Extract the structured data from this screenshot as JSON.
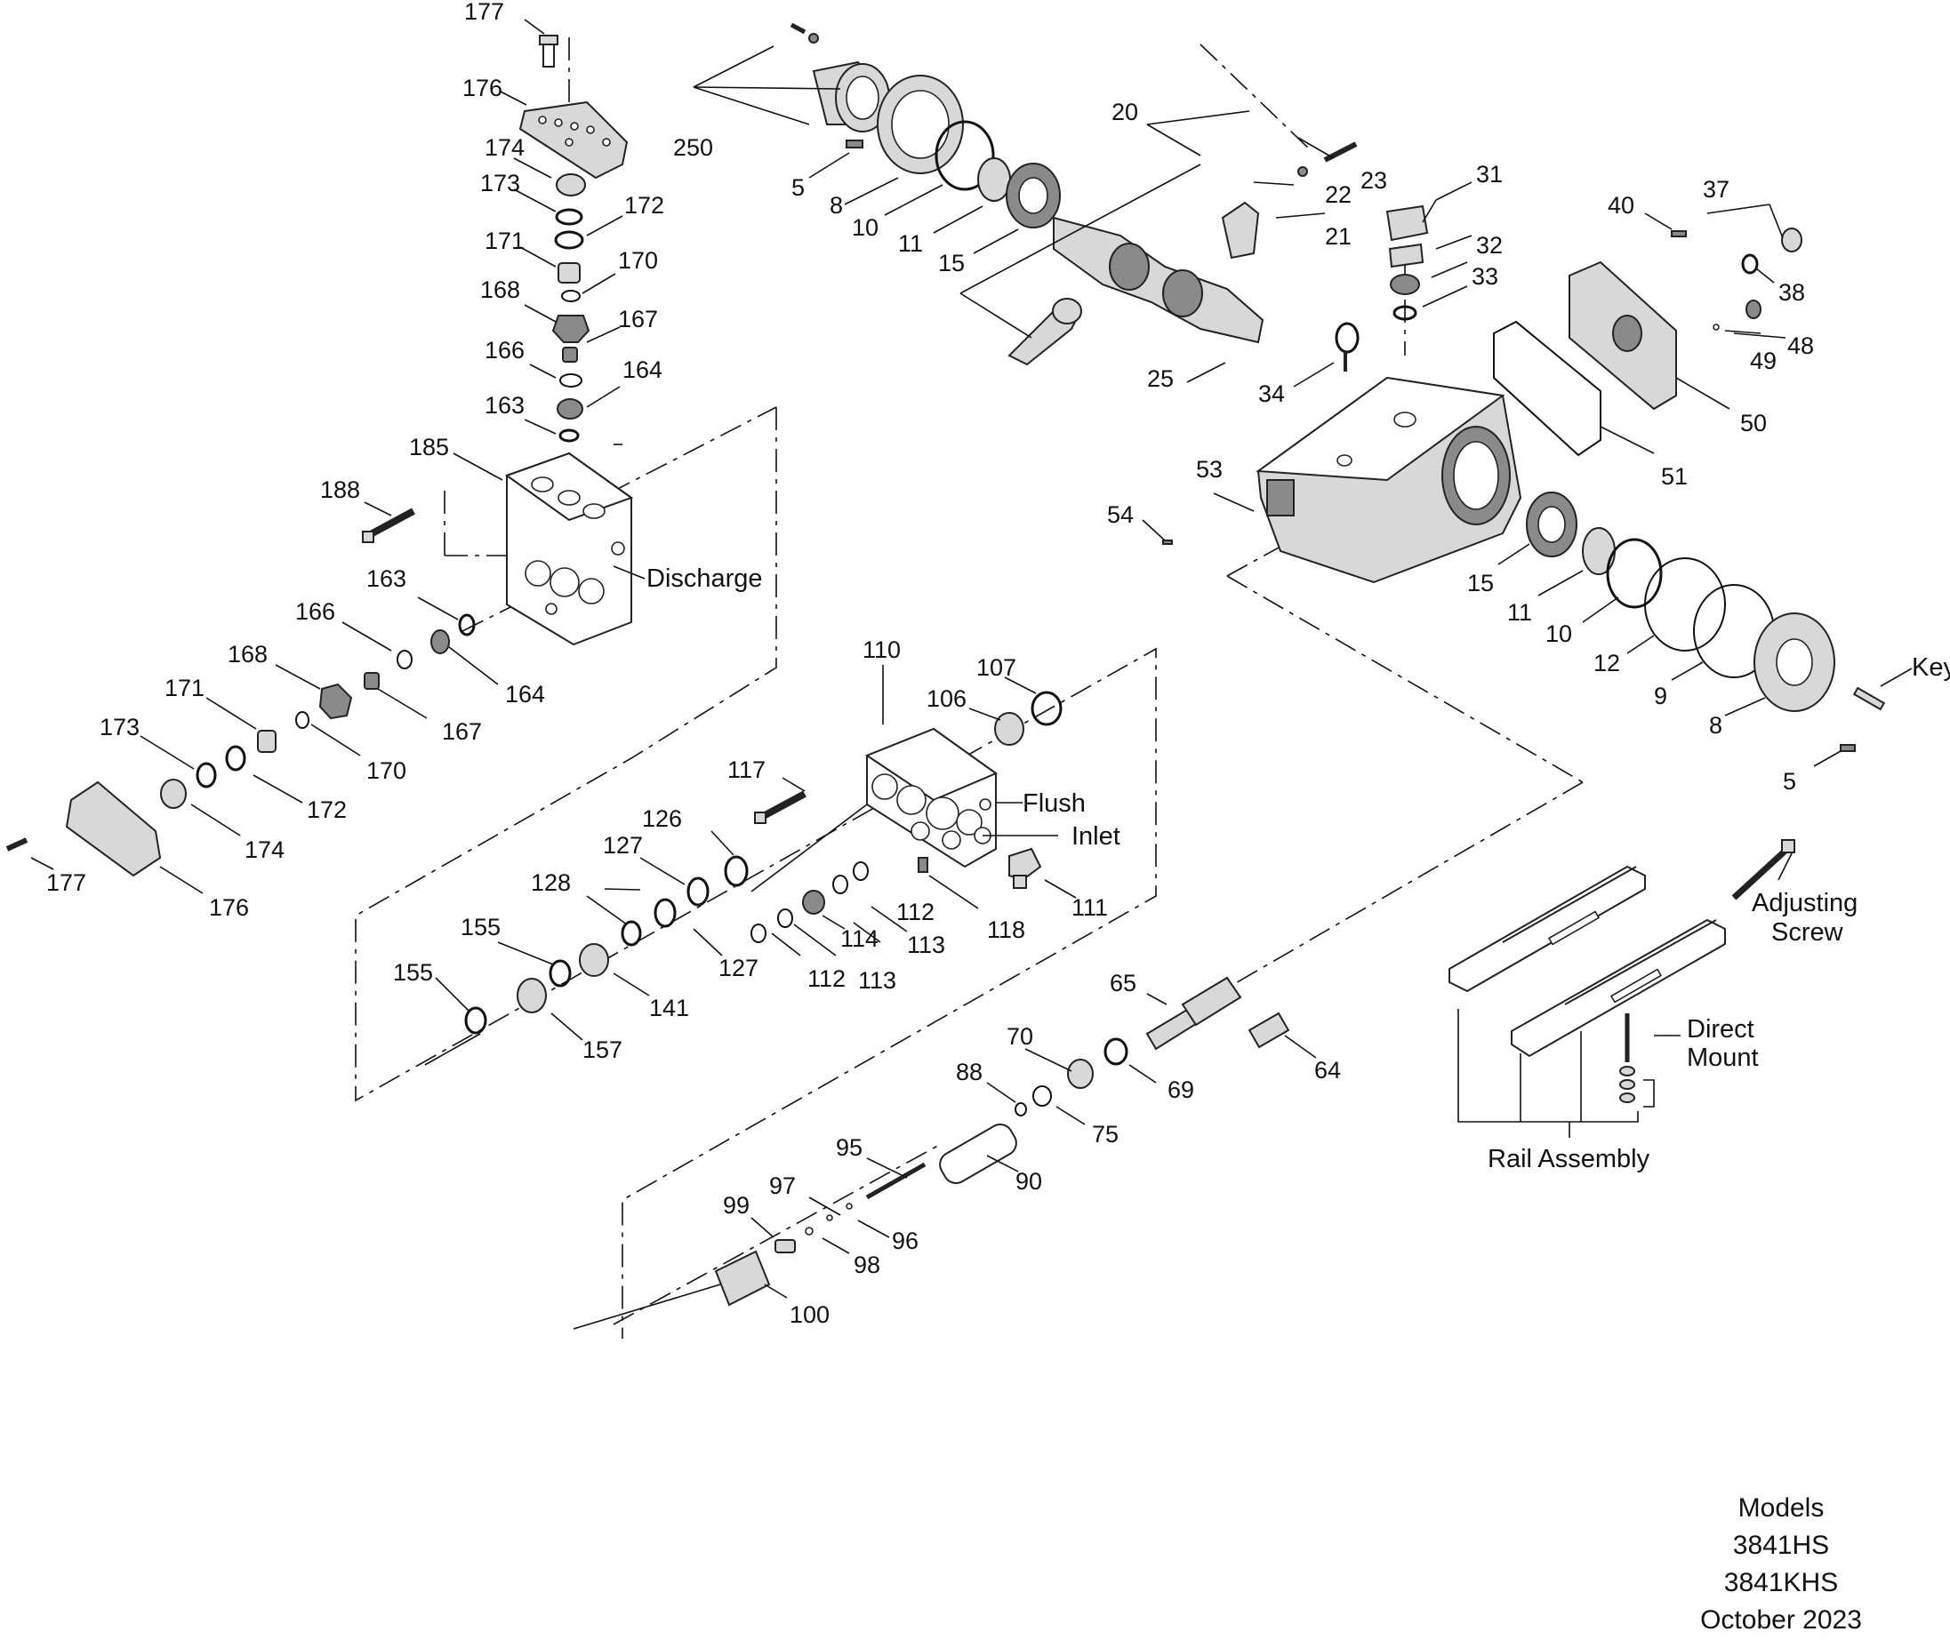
{
  "callouts": {
    "c177a": "177",
    "c176a": "176",
    "c174a": "174",
    "c173a": "173",
    "c172a": "172",
    "c171a": "171",
    "c170a": "170",
    "c168a": "168",
    "c167a": "167",
    "c166a": "166",
    "c164a": "164",
    "c163a": "163",
    "c185": "185",
    "c188": "188",
    "c163b": "163",
    "c166b": "166",
    "c164b": "164",
    "c168b": "168",
    "c167b": "167",
    "c171b": "171",
    "c170b": "170",
    "c173b": "173",
    "c172b": "172",
    "c174b": "174",
    "c177b": "177",
    "c176b": "176",
    "c250": "250",
    "c5a": "5",
    "c8a": "8",
    "c10a": "10",
    "c11a": "11",
    "c15a": "15",
    "c20": "20",
    "c22": "22",
    "c23": "23",
    "c21": "21",
    "c25": "25",
    "c31": "31",
    "c32": "32",
    "c33": "33",
    "c34": "34",
    "c40": "40",
    "c37": "37",
    "c38": "38",
    "c48": "48",
    "c49": "49",
    "c50": "50",
    "c51": "51",
    "c53": "53",
    "c54": "54",
    "c15b": "15",
    "c11b": "11",
    "c10b": "10",
    "c12": "12",
    "c9": "9",
    "c8b": "8",
    "c5b": "5",
    "c110": "110",
    "c107": "107",
    "c106": "106",
    "c117": "117",
    "c126": "126",
    "c127a": "127",
    "c128": "128",
    "c155a": "155",
    "c155b": "155",
    "c141": "141",
    "c157": "157",
    "c127b": "127",
    "c112a": "112",
    "c113a": "113",
    "c114": "114",
    "c112b": "112",
    "c113b": "113",
    "c118": "118",
    "c111": "111",
    "c65": "65",
    "c64": "64",
    "c70": "70",
    "c69": "69",
    "c88": "88",
    "c75": "75",
    "c95": "95",
    "c90": "90",
    "c97": "97",
    "c96": "96",
    "c99": "99",
    "c98": "98",
    "c100": "100"
  },
  "labels": {
    "discharge": "Discharge",
    "flush": "Flush",
    "inlet": "Inlet",
    "key": "Key",
    "adjusting_screw_1": "Adjusting",
    "adjusting_screw_2": "Screw",
    "direct_mount_1": "Direct",
    "direct_mount_2": "Mount",
    "rail_assembly": "Rail Assembly"
  },
  "notes": {
    "models_heading": "Models",
    "model_1": "3841HS",
    "model_2": "3841KHS",
    "date": "October 2023"
  }
}
